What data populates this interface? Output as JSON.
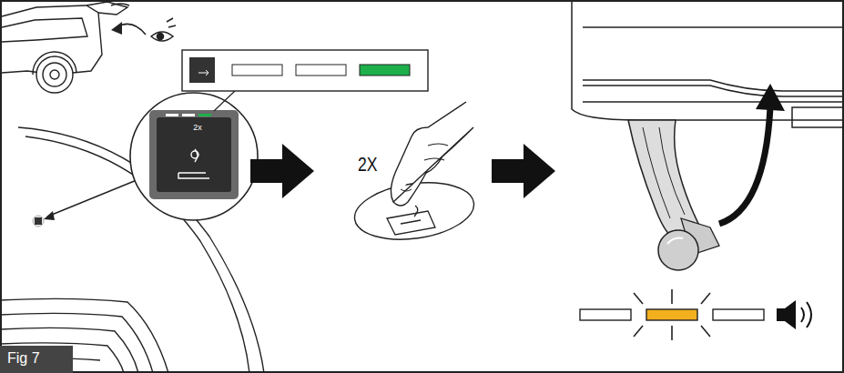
{
  "diagram": {
    "nodes": [
      {
        "text": [
          "2x"
        ]
      },
      {
        "text": [
          "Fig 7"
        ]
      }
    ],
    "labels": [
      "2X"
    ]
  }
}
